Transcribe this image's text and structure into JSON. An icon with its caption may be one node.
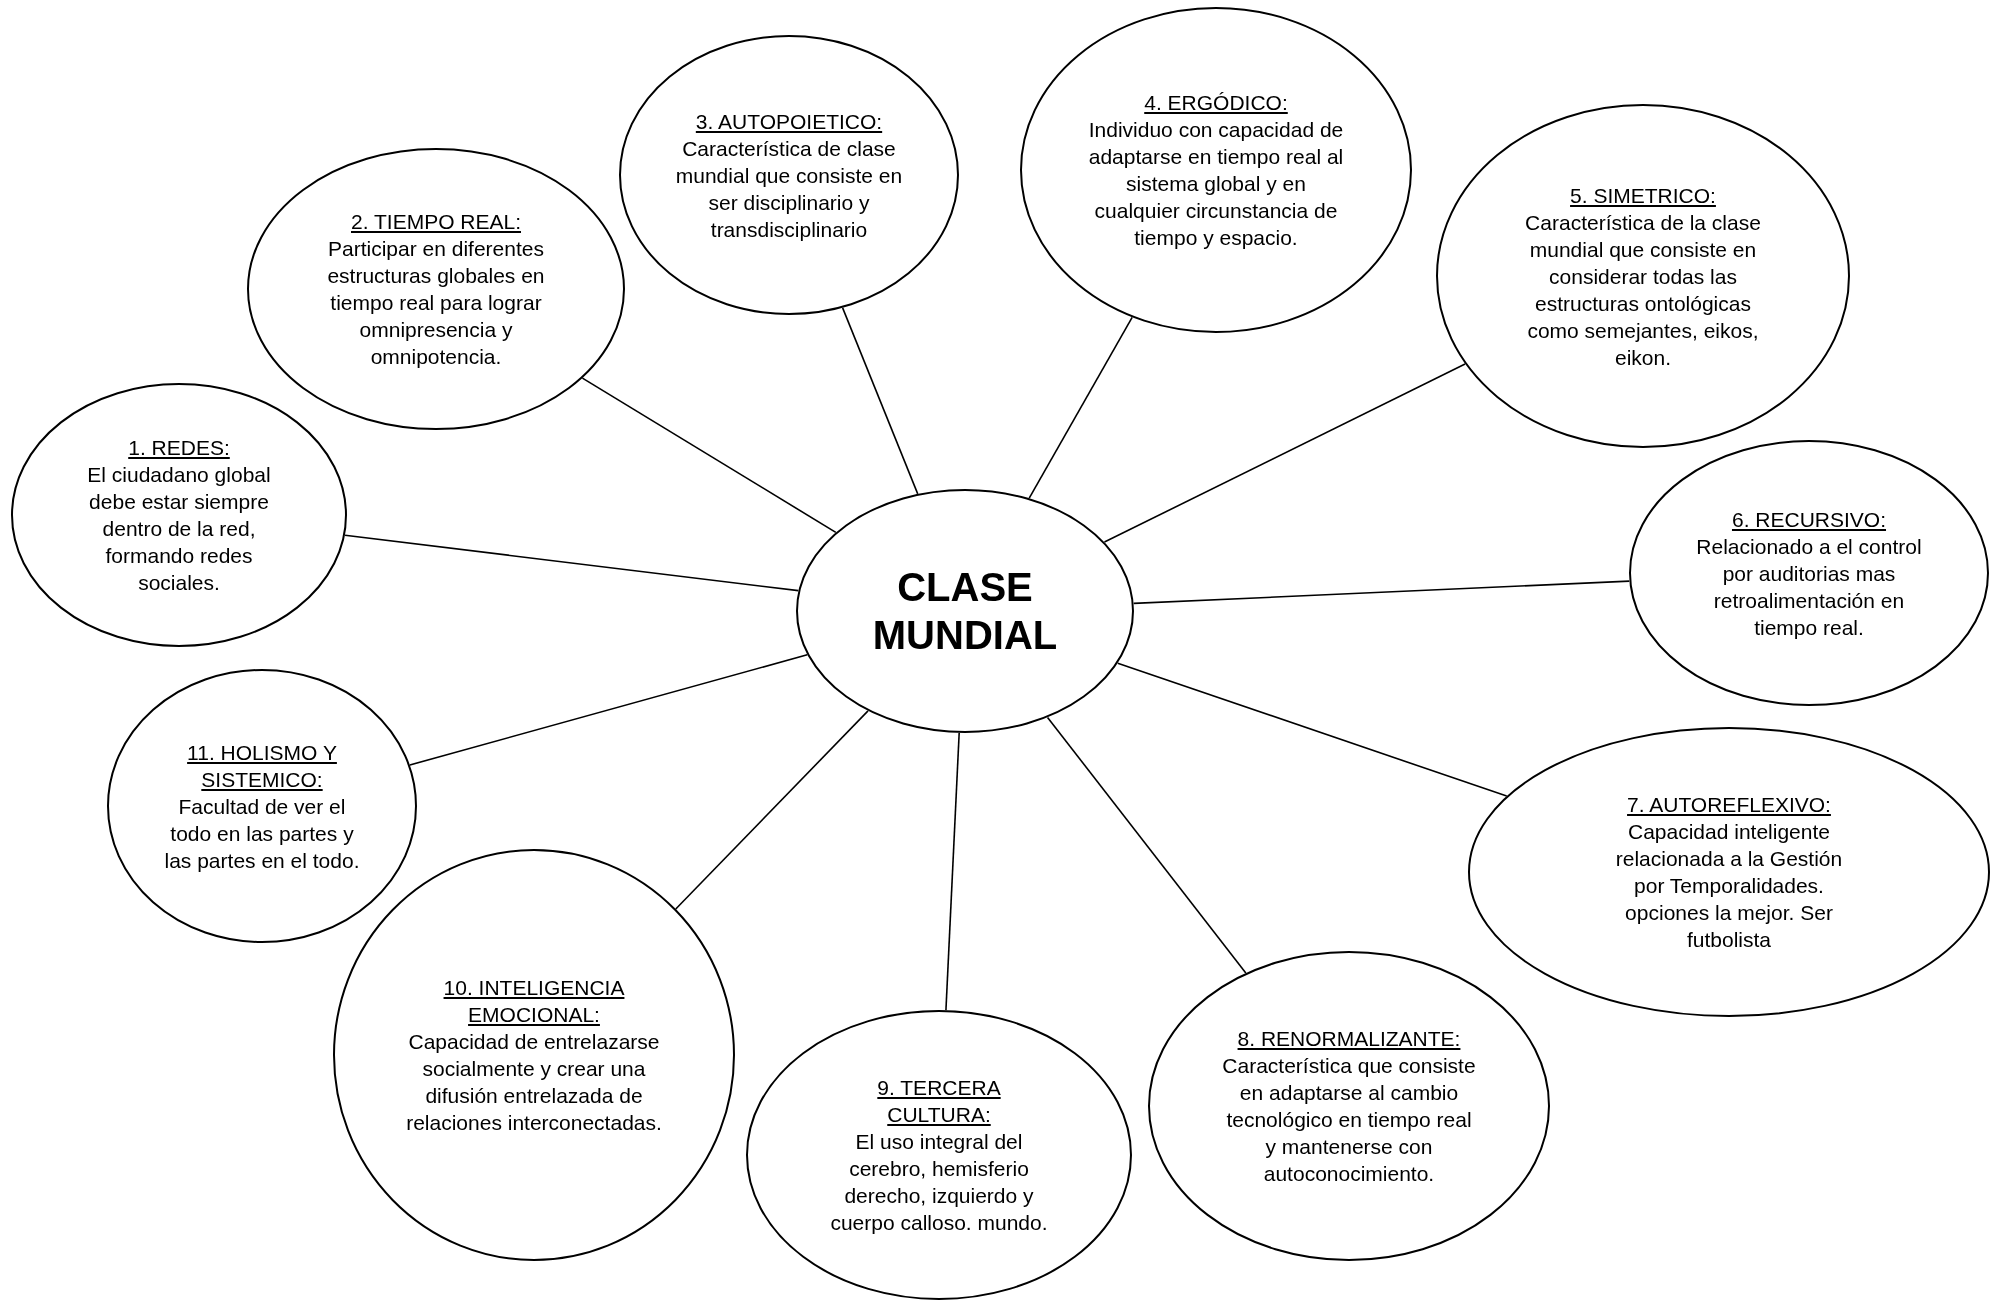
{
  "diagram": {
    "nodes": [
      {
        "text": [
          "CLASE MUNDIAL"
        ]
      },
      {
        "text": [
          "1. REDES:",
          "El ciudadano global debe estar siempre dentro de la red, formando redes sociales."
        ]
      },
      {
        "text": [
          "2. TIEMPO REAL:",
          "Participar en diferentes estructuras globales en tiempo real para lograr omnipresencia y omnipotencia."
        ]
      },
      {
        "text": [
          "3. AUTOPOIETICO:",
          "Característica de clase mundial que consiste en ser disciplinario y transdisciplinario"
        ]
      },
      {
        "text": [
          "4. ERGÓDICO:",
          "Individuo con capacidad de adaptarse en tiempo real al sistema global y en cualquier circunstancia de tiempo y espacio."
        ]
      },
      {
        "text": [
          "5. SIMETRICO:",
          "Característica de la clase mundial que consiste en considerar todas las estructuras ontológicas como semejantes, eikos, eikon."
        ]
      },
      {
        "text": [
          "6. RECURSIVO:",
          "Relacionado a el control por auditorias mas retroalimentación en tiempo real."
        ]
      },
      {
        "text": [
          "7. AUTOREFLEXIVO:",
          "Capacidad inteligente relacionada a la Gestión por Temporalidades. opciones la mejor. Ser futbolista"
        ]
      },
      {
        "text": [
          "8. RENORMALIZANTE:",
          "Característica que consiste en adaptarse al cambio tecnológico en tiempo real y mantenerse con autoconocimiento."
        ]
      },
      {
        "text": [
          "9. TERCERA CULTURA:",
          "El uso integral del cerebro, hemisferio derecho, izquierdo y cuerpo calloso. mundo."
        ]
      },
      {
        "text": [
          "10. INTELIGENCIA EMOCIONAL:",
          "Capacidad de entrelazarse socialmente y crear una difusión entrelazada de relaciones interconectadas."
        ]
      },
      {
        "text": [
          "11. HOLISMO Y SISTEMICO:",
          "Facultad de ver el todo en las partes y las partes en el todo."
        ]
      }
    ],
    "edges": [
      {
        "from": 0,
        "to": 1,
        "arrow": "none"
      },
      {
        "from": 0,
        "to": 2,
        "arrow": "none"
      },
      {
        "from": 0,
        "to": 3,
        "arrow": "none"
      },
      {
        "from": 0,
        "to": 4,
        "arrow": "none"
      },
      {
        "from": 0,
        "to": 5,
        "arrow": "none"
      },
      {
        "from": 0,
        "to": 6,
        "arrow": "none"
      },
      {
        "from": 0,
        "to": 7,
        "arrow": "none"
      },
      {
        "from": 0,
        "to": 8,
        "arrow": "none"
      },
      {
        "from": 0,
        "to": 9,
        "arrow": "none"
      },
      {
        "from": 0,
        "to": 10,
        "arrow": "none"
      },
      {
        "from": 0,
        "to": 11,
        "arrow": "none"
      }
    ]
  }
}
